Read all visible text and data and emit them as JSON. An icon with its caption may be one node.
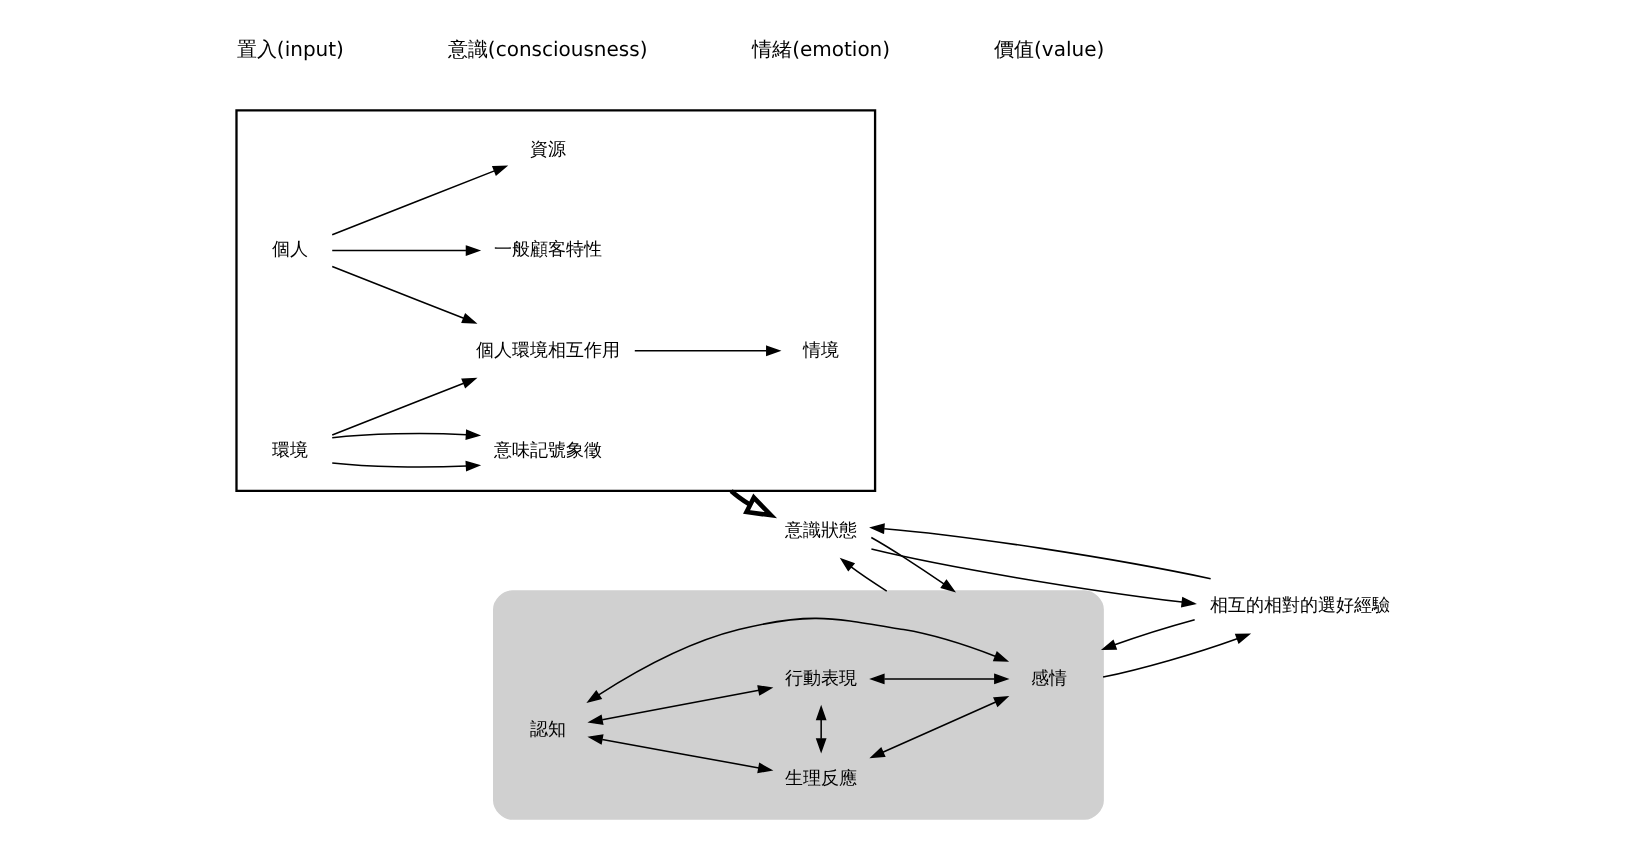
{
  "diagram": {
    "nodes": [
      {
        "text": [],
        "shape": "box"
      },
      {
        "text": [
          "個人"
        ],
        "in": 0
      },
      {
        "text": [
          "一般顧客特性"
        ],
        "in": 0
      },
      {
        "text": [
          "資源"
        ],
        "in": 0
      },
      {
        "text": [
          "個人環境相互作用"
        ],
        "in": 0
      },
      {
        "text": [
          "情境"
        ],
        "in": 0
      },
      {
        "text": [
          "環境"
        ],
        "in": 0
      },
      {
        "text": [
          "意味記號象徵"
        ],
        "in": 0
      },
      {
        "text": [
          "意識狀態"
        ]
      },
      {
        "text": [],
        "shape": "box"
      },
      {
        "text": [
          "生理反應"
        ],
        "in": 9
      },
      {
        "text": [
          "認知"
        ],
        "in": 9
      },
      {
        "text": [
          "感情"
        ],
        "in": 9
      },
      {
        "text": [
          "行動表現"
        ],
        "in": 9
      },
      {
        "text": [
          "相互的相對的選好經驗"
        ]
      }
    ],
    "edges": [
      {
        "from": 1,
        "to": 2,
        "arrow": "to"
      },
      {
        "from": 1,
        "to": 3,
        "arrow": "to"
      },
      {
        "from": 1,
        "to": 4,
        "arrow": "to"
      },
      {
        "from": 4,
        "to": 5,
        "arrow": "to"
      },
      {
        "from": 6,
        "to": 4,
        "arrow": "to"
      },
      {
        "from": 6,
        "to": 7,
        "arrow": "to"
      },
      {
        "from": 6,
        "to": 7,
        "arrow": "to"
      },
      {
        "from": 0,
        "to": 8,
        "arrow": "to",
        "style": "thick"
      },
      {
        "from": 8,
        "to": 9,
        "arrow": "to"
      },
      {
        "from": 9,
        "to": 8,
        "arrow": "to"
      },
      {
        "from": 9,
        "to": 14,
        "arrow": "to"
      },
      {
        "from": 14,
        "to": 9,
        "arrow": "to"
      },
      {
        "from": 8,
        "to": 14,
        "arrow": "to"
      },
      {
        "from": 14,
        "to": 8,
        "arrow": "to"
      },
      {
        "from": 11,
        "to": 10,
        "arrow": "both"
      },
      {
        "from": 11,
        "to": 13,
        "arrow": "both"
      },
      {
        "from": 10,
        "to": 13,
        "arrow": "both"
      },
      {
        "from": 11,
        "to": 12,
        "arrow": "both"
      },
      {
        "from": 12,
        "to": 10,
        "arrow": "both"
      },
      {
        "from": 12,
        "to": 13,
        "arrow": "both"
      }
    ],
    "labels": [
      "置入(input)",
      "意識(consciousness)",
      "情緒(emotion)",
      "價值(value)"
    ]
  }
}
